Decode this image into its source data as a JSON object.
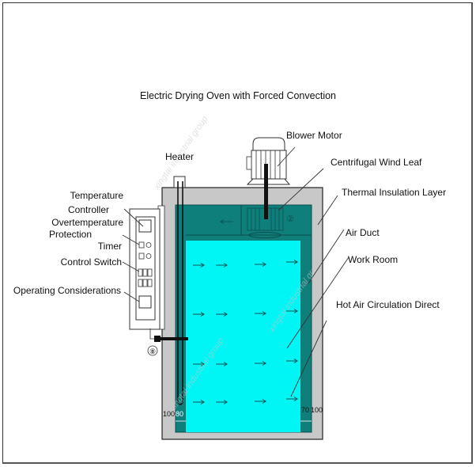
{
  "title": "Electric Drying Oven with Forced Convection",
  "labels": {
    "heater": "Heater",
    "blower_motor": "Blower Motor",
    "centrifugal_wind_leaf": "Centrifugal Wind Leaf",
    "thermal_insulation_layer": "Thermal Insulation Layer",
    "air_duct": "Air Duct",
    "work_room": "Work Room",
    "hot_air_circulation": "Hot Air Circulation Direct",
    "temperature_controller_1": "Temperature",
    "temperature_controller_2": "Controller",
    "overtemperature_1": "Overtemperature",
    "overtemperature_2": "Protection",
    "timer": "Timer",
    "control_switch": "Control Switch",
    "operating_considerations": "Operating Considerations"
  },
  "markers": {
    "fan_number": "②",
    "sensor_number": "⑧",
    "left_scale": "100",
    "left_scale_inner": "80",
    "right_scale_inner": "70",
    "right_scale": "100"
  },
  "watermark": "xingtai industrial group",
  "colors": {
    "insulation": "#c8c8c8",
    "duct": "#0f7f7c",
    "work_room": "#00f5f5",
    "outline": "#222222"
  }
}
